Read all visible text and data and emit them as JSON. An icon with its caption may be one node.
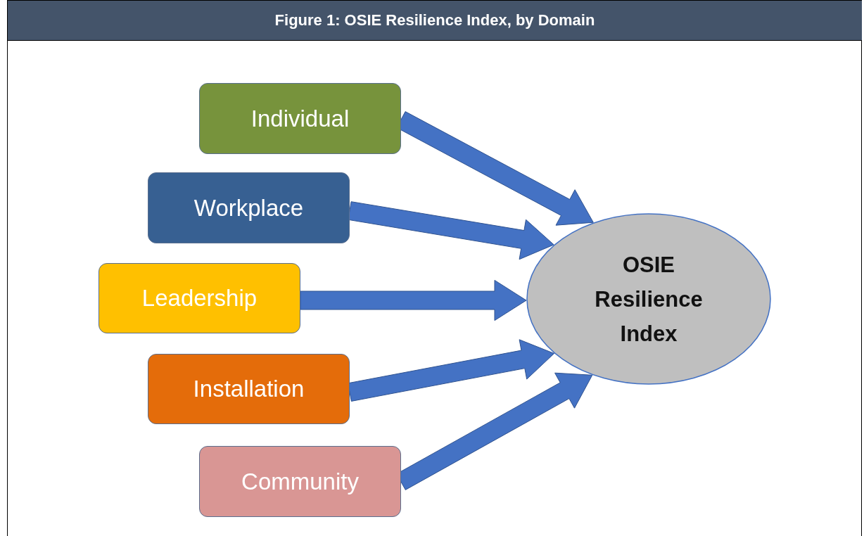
{
  "diagram": {
    "title": "Figure 1: OSIE Resilience Index, by Domain",
    "nodes": [
      {
        "text": [
          "Individual"
        ]
      },
      {
        "text": [
          "Workplace"
        ]
      },
      {
        "text": [
          "Leadership"
        ]
      },
      {
        "text": [
          "Installation"
        ]
      },
      {
        "text": [
          "Community"
        ]
      },
      {
        "text": [
          "OSIE Resilience Index"
        ]
      }
    ],
    "edges": [
      {
        "from": 0,
        "to": 5,
        "arrow": "to",
        "style": "thick"
      },
      {
        "from": 1,
        "to": 5,
        "arrow": "to",
        "style": "thick"
      },
      {
        "from": 2,
        "to": 5,
        "arrow": "to",
        "style": "thick"
      },
      {
        "from": 3,
        "to": 5,
        "arrow": "to",
        "style": "thick"
      },
      {
        "from": 4,
        "to": 5,
        "arrow": "to",
        "style": "thick"
      }
    ]
  }
}
